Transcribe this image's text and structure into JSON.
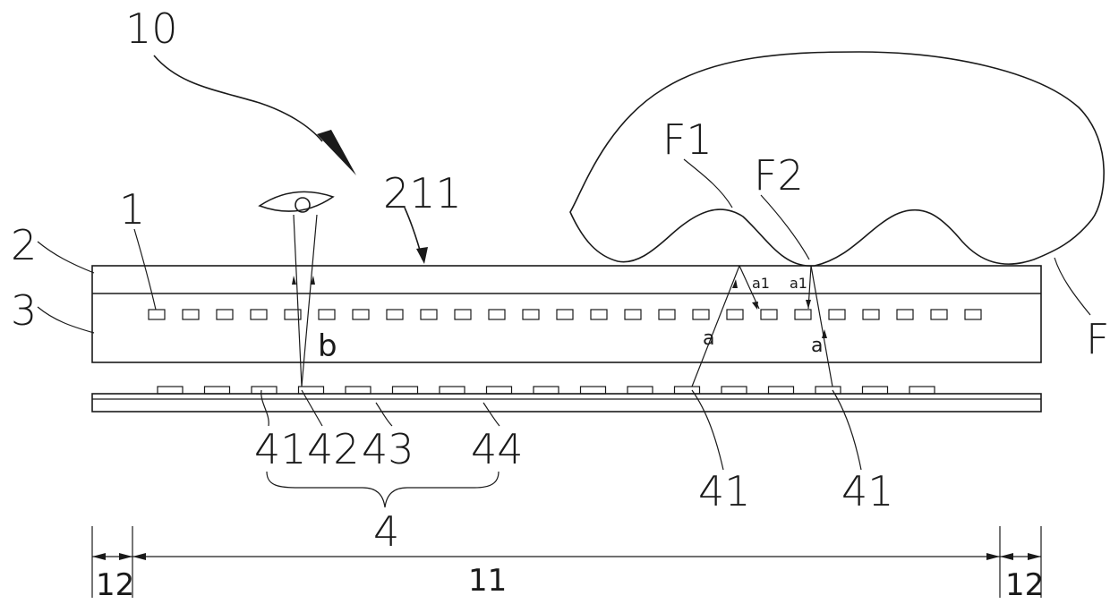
{
  "labels": {
    "device": "10",
    "surface": "211",
    "layer_top": "2",
    "sensor": "1",
    "layer_mid": "3",
    "finger": "F",
    "ridge": "F1",
    "valley": "F2",
    "light_b": "b",
    "light_a": "a",
    "light_a1": "a1",
    "light_a1_2": "a1",
    "light_a_2": "a",
    "src_41": "41",
    "src_42": "42",
    "src_43": "43",
    "src_44": "44",
    "group_4": "4",
    "right_41_a": "41",
    "right_41_b": "41",
    "dim_left": "12",
    "dim_center": "11",
    "dim_right": "12"
  },
  "colors": {
    "ink": "#1a1a1a",
    "background": "#ffffff"
  }
}
